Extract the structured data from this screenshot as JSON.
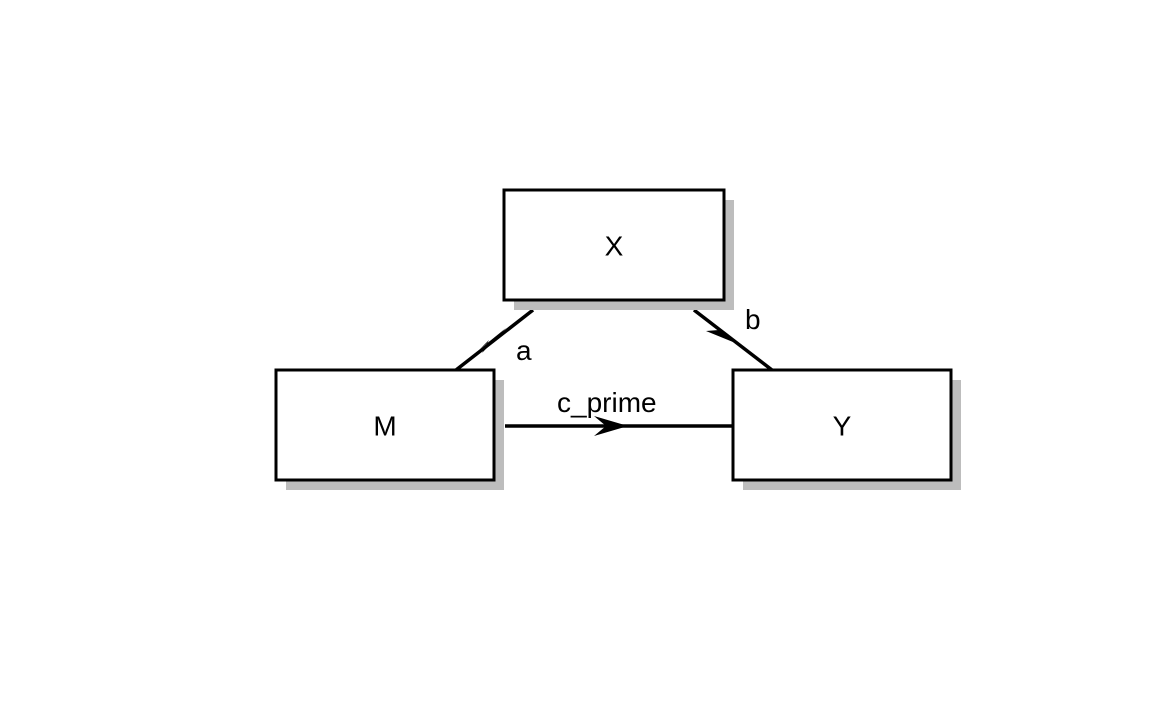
{
  "nodes": {
    "x": {
      "label": "X"
    },
    "m": {
      "label": "M"
    },
    "y": {
      "label": "Y"
    }
  },
  "edges": {
    "a": {
      "label": "a",
      "from": "M",
      "to": "X"
    },
    "b": {
      "label": "b",
      "from": "X",
      "to": "Y"
    },
    "c_prime": {
      "label": "c_prime",
      "from": "M",
      "to": "Y"
    }
  },
  "colors": {
    "stroke": "#000000",
    "shadow": "#bdbdbd",
    "background": "#ffffff"
  }
}
